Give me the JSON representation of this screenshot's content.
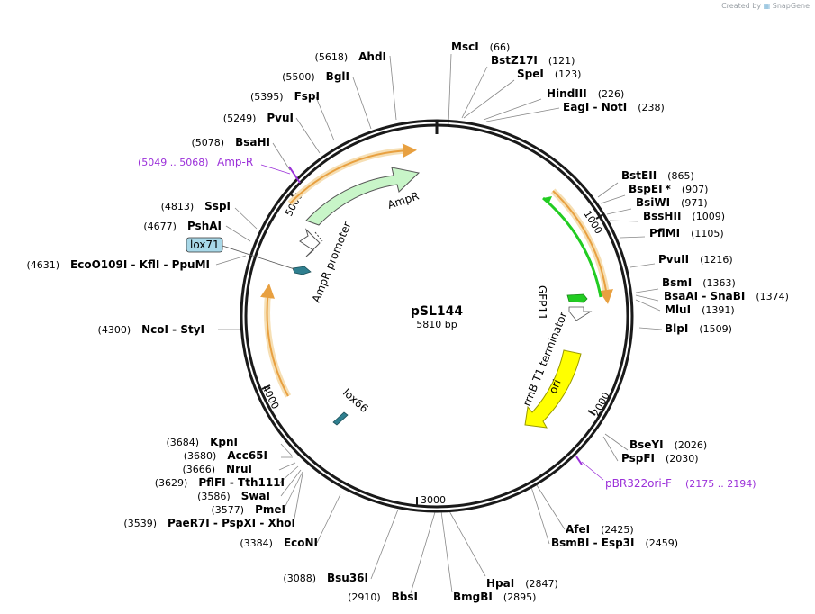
{
  "credit": {
    "text": "Created by",
    "brand": "SnapGene"
  },
  "plasmid": {
    "name": "pSL144",
    "length_text": "5810 bp",
    "length": 5810
  },
  "ticks": [
    "1000",
    "2000",
    "3000",
    "4000",
    "5000"
  ],
  "features": {
    "ampr": "AmpR",
    "ampr_promoter": "AmpR promoter",
    "gfp11": "GFP11",
    "rrnb": "rrnB T1 terminator",
    "ori": "ori",
    "lox71": "lox71",
    "lox66": "lox66"
  },
  "primers": {
    "ampr_name": "Amp-R",
    "ampr_range": "(5049 .. 5068)",
    "pbr_name": "pBR322ori-F",
    "pbr_range": "(2175 .. 2194)"
  },
  "sites": [
    {
      "name": "MscI",
      "pos": "(66)"
    },
    {
      "name": "BstZ17I",
      "pos": "(121)"
    },
    {
      "name": "SpeI",
      "pos": "(123)"
    },
    {
      "name": "HindIII",
      "pos": "(226)"
    },
    {
      "name": "EagI",
      "extra": "NotI",
      "pos": "(238)"
    },
    {
      "name": "BstEII",
      "pos": "(865)"
    },
    {
      "name": "BspEI",
      "star": "*",
      "pos": "(907)"
    },
    {
      "name": "BsiWI",
      "pos": "(971)"
    },
    {
      "name": "BssHII",
      "pos": "(1009)"
    },
    {
      "name": "PflMI",
      "pos": "(1105)"
    },
    {
      "name": "PvuII",
      "pos": "(1216)"
    },
    {
      "name": "BsmI",
      "pos": "(1363)"
    },
    {
      "name": "BsaAI",
      "extra": "SnaBI",
      "pos": "(1374)"
    },
    {
      "name": "MluI",
      "pos": "(1391)"
    },
    {
      "name": "BlpI",
      "pos": "(1509)"
    },
    {
      "name": "BseYI",
      "pos": "(2026)"
    },
    {
      "name": "PspFI",
      "pos": "(2030)"
    },
    {
      "name": "AfeI",
      "pos": "(2425)"
    },
    {
      "name": "BsmBI",
      "extra": "Esp3I",
      "pos": "(2459)"
    },
    {
      "name": "HpaI",
      "pos": "(2847)"
    },
    {
      "name": "BmgBI",
      "pos": "(2895)"
    },
    {
      "name": "BbsI",
      "pos": "(2910)"
    },
    {
      "name": "Bsu36I",
      "pos": "(3088)"
    },
    {
      "name": "EcoNI",
      "pos": "(3384)"
    },
    {
      "name": "PaeR7I",
      "extra": "PspXI",
      "extra2": "XhoI",
      "pos": "(3539)"
    },
    {
      "name": "PmeI",
      "pos": "(3577)"
    },
    {
      "name": "SwaI",
      "pos": "(3586)"
    },
    {
      "name": "PflFI",
      "extra": "Tth111I",
      "pos": "(3629)"
    },
    {
      "name": "NruI",
      "pos": "(3666)"
    },
    {
      "name": "Acc65I",
      "pos": "(3680)"
    },
    {
      "name": "KpnI",
      "pos": "(3684)"
    },
    {
      "name": "NcoI",
      "extra": "StyI",
      "pos": "(4300)"
    },
    {
      "name": "EcoO109I",
      "extra": "KflI",
      "extra2": "PpuMI",
      "pos": "(4631)"
    },
    {
      "name": "PshAI",
      "pos": "(4677)"
    },
    {
      "name": "SspI",
      "pos": "(4813)"
    },
    {
      "name": "BsaHI",
      "pos": "(5078)"
    },
    {
      "name": "PvuI",
      "pos": "(5249)"
    },
    {
      "name": "FspI",
      "pos": "(5395)"
    },
    {
      "name": "BglI",
      "pos": "(5500)"
    },
    {
      "name": "AhdI",
      "pos": "(5618)"
    }
  ],
  "colors": {
    "backbone": "#1a1a1a",
    "ampr_fill": "#c8f5c8",
    "gfp": "#22cc22",
    "ori": "#ffff00",
    "lox": "#2f7f8f",
    "primer": "#9b30d9",
    "orange": "#e8a040"
  }
}
